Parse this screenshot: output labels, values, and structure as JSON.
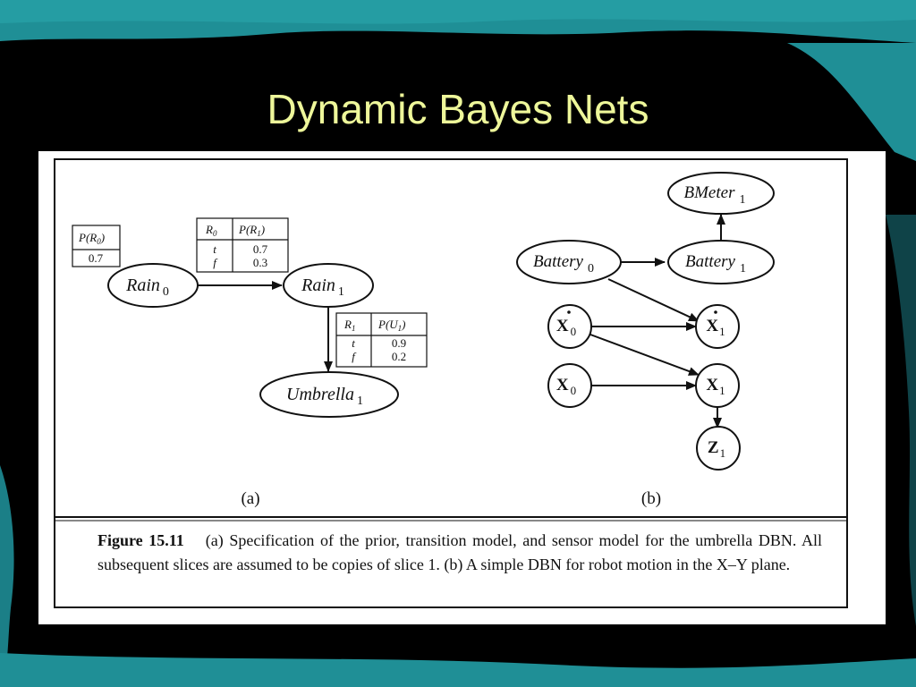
{
  "slide": {
    "title": "Dynamic Bayes Nets"
  },
  "colors": {
    "background": "#000000",
    "accent_teal": "#1f8f96",
    "title": "#eef79a",
    "ink": "#111111"
  },
  "figure": {
    "caption_number": "Figure 15.11",
    "caption_text": "(a) Specification of the prior, transition model, and sensor model for the umbrella DBN. All subsequent slices are assumed to be copies of slice 1. (b) A simple DBN for robot motion in the X–Y plane.",
    "panel_a": {
      "label": "(a)",
      "nodes": {
        "rain0": {
          "name": "Rain",
          "sub": "0"
        },
        "rain1": {
          "name": "Rain",
          "sub": "1"
        },
        "umbrella1": {
          "name": "Umbrella",
          "sub": "1"
        }
      },
      "cpt_prior": {
        "header_p": "P(R",
        "header_sub": "0",
        "header_close": ")",
        "value": "0.7"
      },
      "cpt_transition": {
        "h1": "R",
        "h1_sub": "0",
        "h2": "P(R",
        "h2_sub": "1",
        "h2_close": ")",
        "row_t": "t",
        "row_f": "f",
        "val_t": "0.7",
        "val_f": "0.3"
      },
      "cpt_sensor": {
        "h1": "R",
        "h1_sub": "1",
        "h2": "P(U",
        "h2_sub": "1",
        "h2_close": ")",
        "row_t": "t",
        "row_f": "f",
        "val_t": "0.9",
        "val_f": "0.2"
      }
    },
    "panel_b": {
      "label": "(b)",
      "nodes": {
        "bmeter1": {
          "name": "BMeter",
          "sub": "1"
        },
        "battery0": {
          "name": "Battery",
          "sub": "0"
        },
        "battery1": {
          "name": "Battery",
          "sub": "1"
        },
        "xdot0": {
          "name": "X",
          "sub": "0"
        },
        "xdot1": {
          "name": "X",
          "sub": "1"
        },
        "x0": {
          "name": "X",
          "sub": "0"
        },
        "x1": {
          "name": "X",
          "sub": "1"
        },
        "z1": {
          "name": "Z",
          "sub": "1"
        }
      }
    }
  }
}
